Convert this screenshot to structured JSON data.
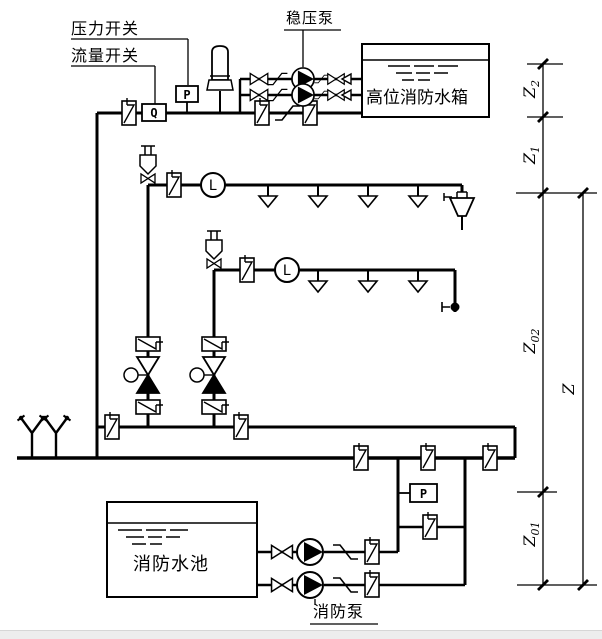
{
  "labels": {
    "pressure_switch": "压力开关",
    "flow_switch": "流量开关",
    "stabilizing_pump": "稳压泵",
    "high_level_fire_tank": "高位消防水箱",
    "fire_water_pool": "消防水池",
    "fire_pump": "消防泵"
  },
  "instruments": {
    "pressure_switch_box": "P",
    "flow_switch_box": "Q",
    "flow_indicator_1": "L",
    "flow_indicator_2": "L",
    "pump_pressure_box": "P"
  },
  "dimensions": {
    "z2": {
      "base": "Z",
      "sub": "2"
    },
    "z1": {
      "base": "Z",
      "sub": "1"
    },
    "z02": {
      "base": "Z",
      "sub": "02"
    },
    "z01": {
      "base": "Z",
      "sub": "01"
    },
    "z": {
      "base": "Z",
      "sub": ""
    }
  },
  "colors": {
    "line": "#000000",
    "background": "#ffffff",
    "footer": "#ededed"
  }
}
